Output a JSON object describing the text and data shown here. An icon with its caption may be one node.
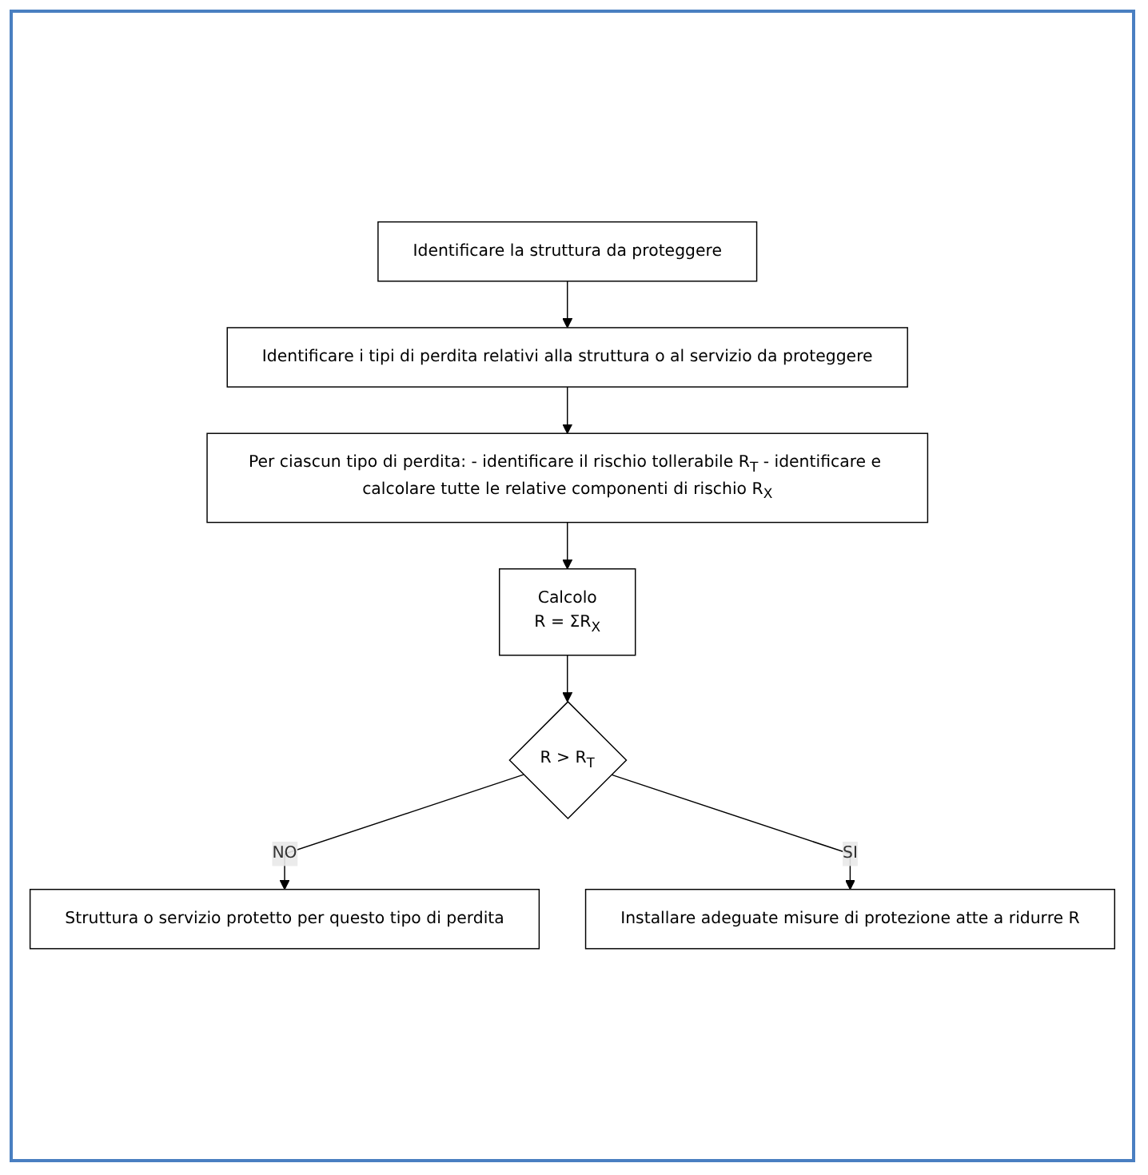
{
  "diagram": {
    "nodes": [
      {
        "text": [
          "Identificare la struttura da proteggere"
        ]
      },
      {
        "text": [
          "Identificare i tipi di perdita relativi alla struttura o al servizio da proteggere"
        ]
      },
      {
        "text": [
          "Per ciascun tipo di perdita: - identificare il rischio tollerabile R$_{T}$ - identificare e calcolare tutte le relative componenti di rischio R$_{X}$"
        ]
      },
      {
        "text": [
          "Calcolo",
          "R = ΣR$_{X}$"
        ]
      },
      {
        "text": [
          "R > R$_{T}$"
        ]
      },
      {
        "text": [
          "Struttura o servizio protetto per questo tipo di perdita"
        ]
      },
      {
        "text": [
          "Installare adeguate misure di protezione atte a ridurre R"
        ]
      }
    ],
    "edges": [
      {
        "from": 0,
        "to": 1,
        "arrow": "to"
      },
      {
        "from": 1,
        "to": 2,
        "arrow": "to"
      },
      {
        "from": 2,
        "to": 3,
        "arrow": "to"
      },
      {
        "from": 3,
        "to": 4,
        "arrow": "to"
      },
      {
        "from": 4,
        "to": 5,
        "arrow": "to",
        "label": "NO"
      },
      {
        "from": 4,
        "to": 6,
        "arrow": "to",
        "label": "SI"
      }
    ]
  }
}
